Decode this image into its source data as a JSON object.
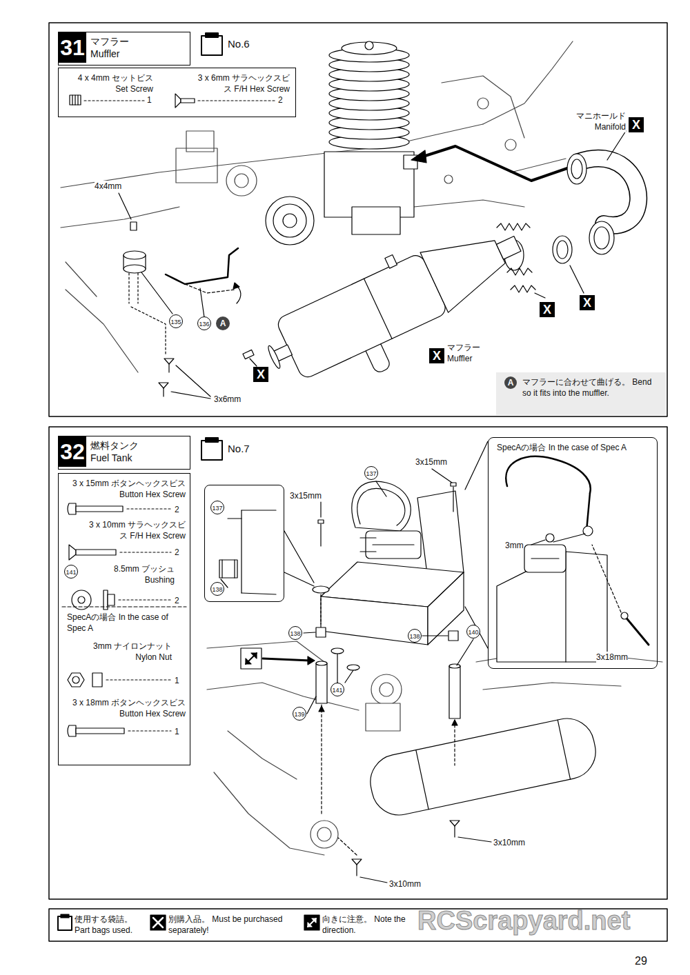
{
  "diagram": {
    "nodes": [
      {
        "text": [
          "31",
          "マフラー Muffler"
        ]
      },
      {
        "text": [
          "No.6"
        ]
      },
      {
        "text": [
          "4 x 4mm セットビス Set Screw",
          "1",
          "3 x 6mm サラヘックスビス F/H Hex Screw",
          "2"
        ]
      },
      {
        "text": [
          "A",
          "マフラーに合わせて曲げる。 Bend so it fits into the muffler."
        ]
      },
      {
        "text": [
          "32",
          "燃料タンク Fuel Tank"
        ]
      },
      {
        "text": [
          "No.7"
        ]
      },
      {
        "text": [
          "3 x 15mm ボタンヘックスビス Button Hex Screw",
          "2",
          "3 x 10mm サラヘックスビス F/H Hex Screw",
          "2",
          "141",
          "8.5mm ブッシュ Bushing",
          "2",
          "SpecAの場合 In the case of Spec A",
          "3mm ナイロンナット Nylon Nut",
          "1",
          "3 x 18mm ボタンヘックスビス Button Hex Screw",
          "1"
        ]
      },
      {
        "text": [
          "137",
          "138"
        ]
      },
      {
        "text": [
          "SpecAの場合 In the case of Spec A",
          "3mm",
          "3x18mm"
        ]
      }
    ],
    "labels": [
      "4x4mm",
      "135",
      "136",
      "A",
      "3x6mm",
      "マニホールド Manifold",
      "X",
      "X",
      "X",
      "X",
      "X",
      "マフラー Muffler",
      "3x15mm",
      "137",
      "3x15mm",
      "138",
      "138",
      "140",
      "139",
      "141",
      "3x10mm",
      "3x10mm",
      "29",
      "RCScrapyard.net"
    ],
    "legend": [
      {
        "text": "使用する袋詰。 Part bags used."
      },
      {
        "text": "別購入品。 Must be purchased separately!"
      },
      {
        "text": "向きに注意。 Note the direction."
      }
    ]
  }
}
